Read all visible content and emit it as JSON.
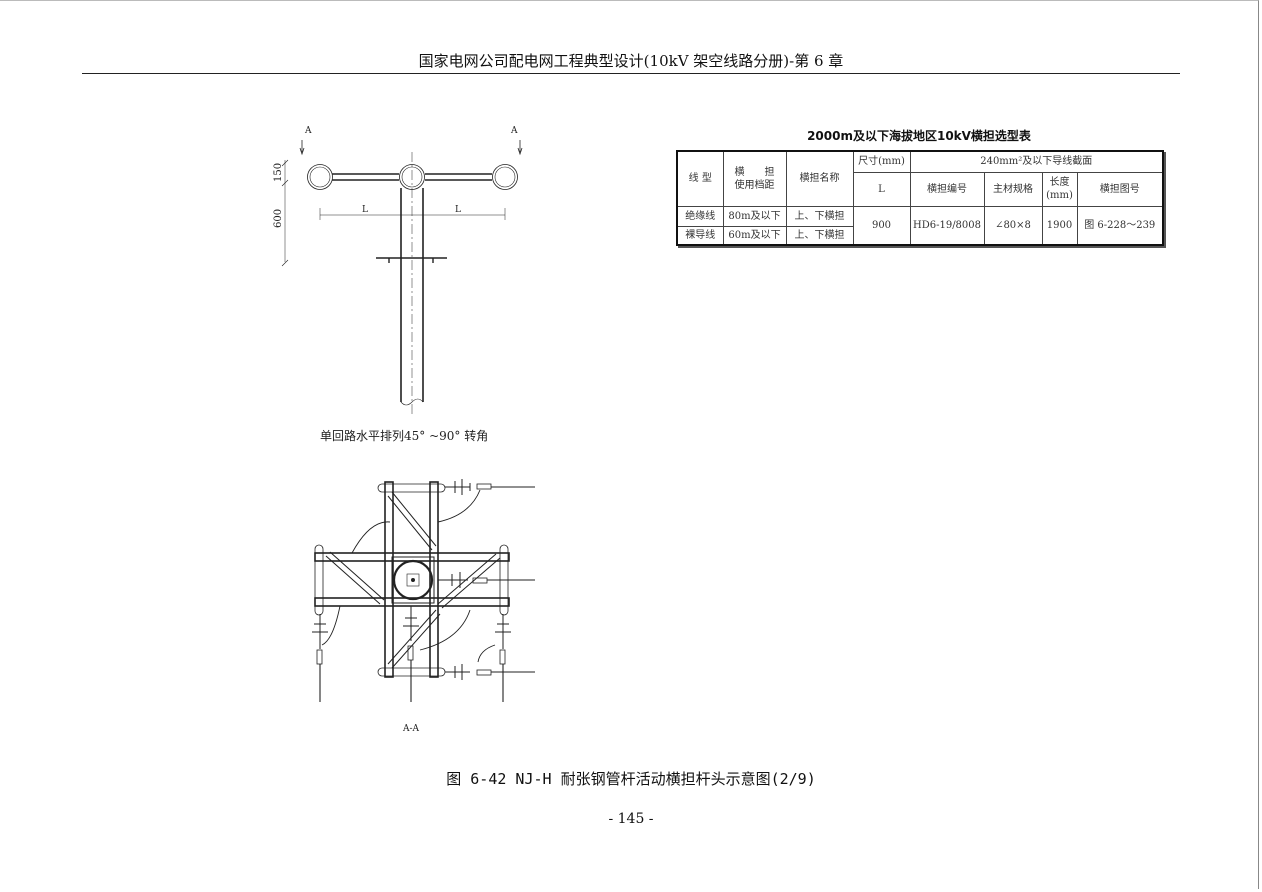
{
  "header": {
    "title": "国家电网公司配电网工程典型设计(10kV 架空线路分册)-第 6 章"
  },
  "drawing_top": {
    "section_mark_left": "A",
    "section_mark_right": "A",
    "dim_150": "150",
    "dim_600": "600",
    "dim_L_left": "L",
    "dim_L_right": "L",
    "caption": "单回路水平排列45° ~90° 转角"
  },
  "drawing_bottom": {
    "section_label": "A-A"
  },
  "table": {
    "title": "2000m及以下海拔地区10kV横担选型表",
    "headers": {
      "line_type": "线 型",
      "span_top": "横　　担",
      "span_bottom": "使用档距",
      "name": "横担名称",
      "size": "尺寸(mm)",
      "section": "240mm²及以下导线截面",
      "L": "L",
      "code": "横担编号",
      "material": "主材规格",
      "length_top": "长度",
      "length_bottom": "(mm)",
      "drawing_no": "横担图号"
    },
    "rows": [
      {
        "line_type": "绝缘线",
        "span": "80m及以下",
        "name": "上、下横担"
      },
      {
        "line_type": "裸导线",
        "span": "60m及以下",
        "name": "上、下横担"
      }
    ],
    "shared": {
      "L": "900",
      "code": "HD6-19/8008",
      "material": "∠80×8",
      "length": "1900",
      "drawing_no": "图 6-228～239"
    }
  },
  "figure": {
    "caption": "图 6-42  NJ-H 耐张钢管杆活动横担杆头示意图(2/9)"
  },
  "page": {
    "number": "- 145 -"
  }
}
